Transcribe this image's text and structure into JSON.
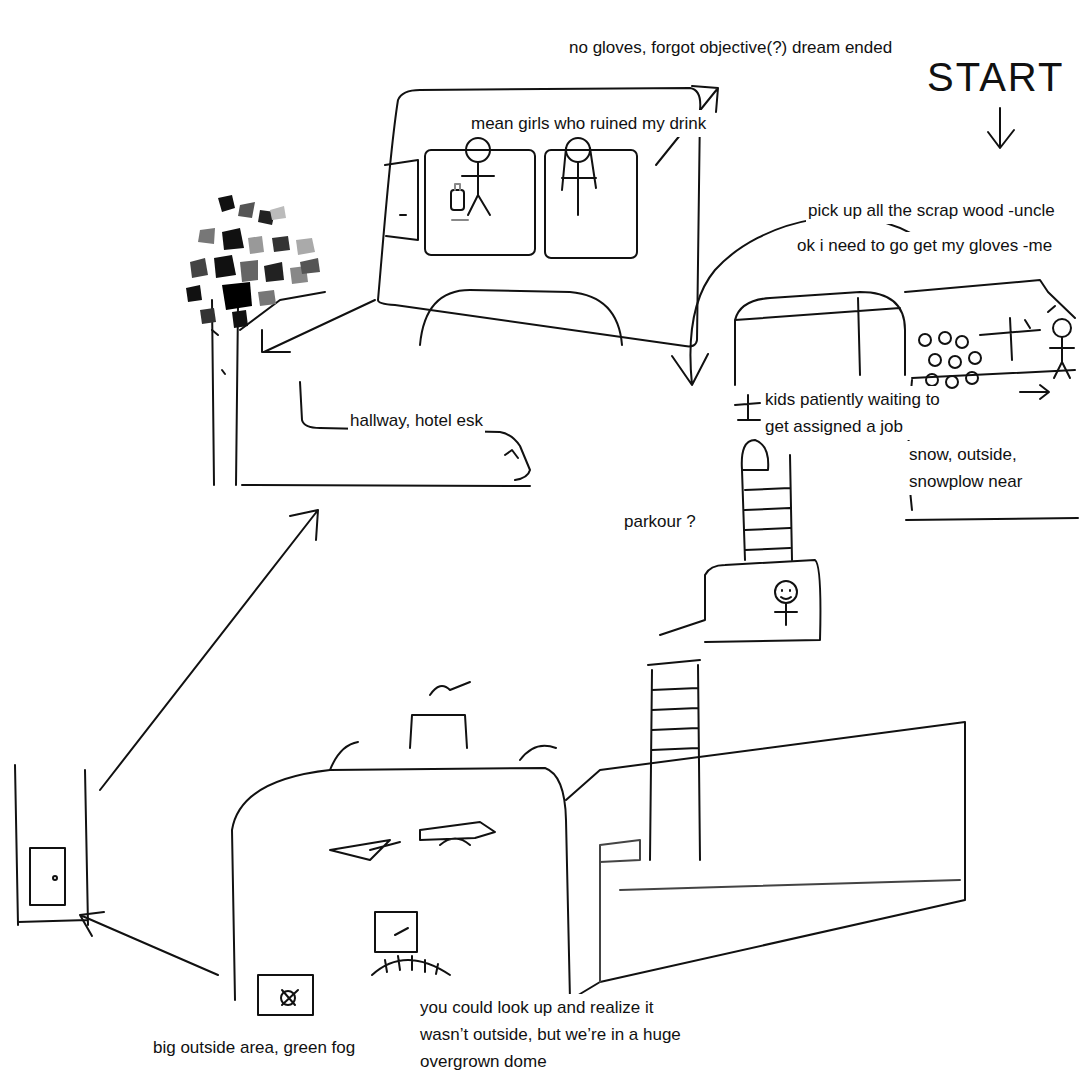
{
  "diagram": {
    "labels": [
      "START",
      "no gloves, forgot objective(?) dream ended",
      "mean girls who ruined my drink",
      "pick up all the scrap wood -uncle",
      "ok i need to go get my gloves -me",
      "kids patiently waiting to get assigned a job",
      "hallway, hotel esk",
      "snow, outside, snowplow near",
      "parkour ?",
      "big outside area, green fog",
      "you could look up and realize it wasn’t outside, but we’re in a huge overgrown dome"
    ]
  }
}
